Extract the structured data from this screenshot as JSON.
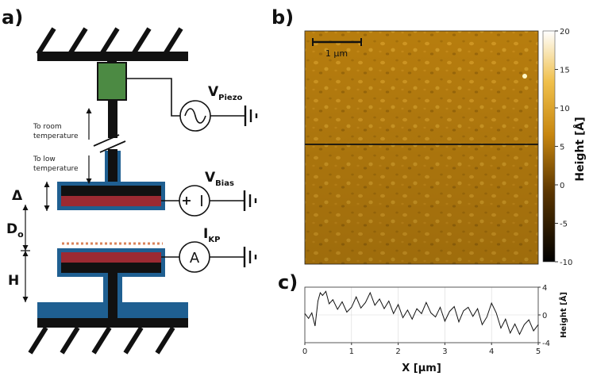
{
  "panels": {
    "a": {
      "label": "a)",
      "room_temp_label": [
        "To room",
        "temperature"
      ],
      "low_temp_label": [
        "To low",
        "temperature"
      ],
      "v_piezo": {
        "main": "V",
        "sub": "Piezo"
      },
      "v_bias": {
        "main": "V",
        "sub": "Bias"
      },
      "i_kp": {
        "main": "I",
        "sub": "KP"
      },
      "ammeter_symbol": "A",
      "delta_label": "Δ",
      "d0_label": {
        "main": "D",
        "sub": "o"
      },
      "h_label": "H",
      "colors": {
        "clamp": "#111111",
        "piezo": "#4c8a43",
        "insulator": "#1f5f91",
        "electrode": "#9c2a32",
        "gap_dots": "#d9835a"
      }
    },
    "b": {
      "label": "b)",
      "scalebar_label": "1 μm",
      "colorbar": {
        "title": "Height [Å]",
        "ticks": [
          "20",
          "15",
          "10",
          "5",
          "0",
          "-5",
          "-10"
        ],
        "range": [
          -10,
          20
        ]
      }
    },
    "c": {
      "label": "c)"
    }
  },
  "chart_data": {
    "type": "line",
    "title": "",
    "xlabel": "X [μm]",
    "ylabel": "Height [Å]",
    "xlim": [
      0,
      5
    ],
    "ylim": [
      -4,
      4
    ],
    "xticks": [
      "0",
      "1",
      "2",
      "3",
      "4",
      "5"
    ],
    "yticks": [
      "4",
      "0",
      "-4"
    ],
    "grid": true,
    "series": [
      {
        "x": [
          0.0,
          0.08,
          0.15,
          0.22,
          0.28,
          0.33,
          0.38,
          0.45,
          0.52,
          0.6,
          0.7,
          0.8,
          0.9,
          1.0,
          1.1,
          1.2,
          1.3,
          1.4,
          1.5,
          1.6,
          1.7,
          1.8,
          1.9,
          2.0,
          2.1,
          2.2,
          2.3,
          2.4,
          2.5,
          2.6,
          2.7,
          2.8,
          2.9,
          3.0,
          3.1,
          3.2,
          3.3,
          3.4,
          3.5,
          3.6,
          3.7,
          3.8,
          3.9,
          4.0,
          4.1,
          4.2,
          4.3,
          4.4,
          4.5,
          4.6,
          4.7,
          4.8,
          4.9,
          5.0
        ],
        "y": [
          0.2,
          -0.5,
          0.3,
          -1.6,
          2.0,
          3.2,
          2.8,
          3.4,
          1.6,
          2.2,
          0.8,
          1.9,
          0.4,
          1.1,
          2.6,
          1.0,
          1.8,
          3.2,
          1.4,
          2.3,
          0.9,
          2.0,
          0.2,
          1.5,
          -0.4,
          0.7,
          -0.6,
          0.9,
          0.2,
          1.8,
          0.3,
          -0.3,
          1.1,
          -0.9,
          0.5,
          1.2,
          -1.0,
          0.6,
          1.1,
          -0.2,
          0.9,
          -1.4,
          -0.3,
          1.7,
          0.3,
          -1.9,
          -0.6,
          -2.6,
          -1.3,
          -2.8,
          -1.4,
          -0.7,
          -2.3,
          -1.4
        ]
      }
    ]
  }
}
